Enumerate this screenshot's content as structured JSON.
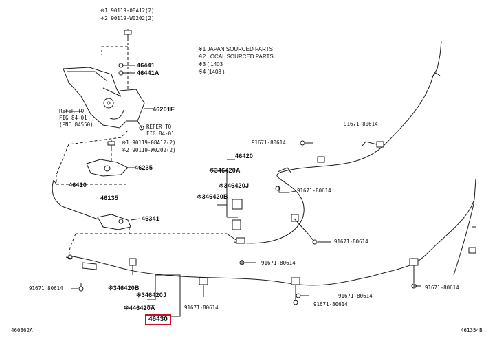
{
  "legend": [
    "※1 JAPAN SOURCED PARTS",
    "※2 LOCAL SOURCED PARTS",
    "※3 (        1403",
    "※4 (1403          )"
  ],
  "top_fasteners": [
    "※1 90119-08A12(2)",
    "※2 90119-W0202(2)"
  ],
  "mid_fasteners": [
    "※1 90119-08A12(2)",
    "※2 90119-W0202(2)"
  ],
  "parts": {
    "p46441": "46441",
    "p46441A": "46441A",
    "p46201E": "46201E",
    "p46235": "46235",
    "p46410": "46410",
    "p46135": "46135",
    "p46341": "46341",
    "p46420": "46420",
    "p46420A_top": "※346420A",
    "p46420J_top": "※346420J",
    "p46420B_top": "※346420B",
    "p46420B_bot": "※346420B",
    "p46420J_bot": "※346420J",
    "p46420A_bot": "※446420A",
    "p46430": "46430"
  },
  "refs": {
    "ref_left": [
      "REFER TO",
      "FIG 84-01",
      "(PNC 84550)"
    ],
    "ref_right": [
      "REFER TO",
      "FIG 84-01"
    ]
  },
  "clips": {
    "c1": "91671-80614",
    "c2": "91671-80614",
    "c3": "91671-80614",
    "c4": "91671-80614",
    "c5": "91671-80614",
    "c6": "91671 80614",
    "c7": "91671-80614",
    "c8": "91671-80614",
    "c9": "91671-80614",
    "c10": "91671-80614"
  },
  "corner": {
    "left": "460862A",
    "right": "461354B"
  },
  "colors": {
    "highlight": "#c8102e",
    "line": "#1a1a1a"
  }
}
